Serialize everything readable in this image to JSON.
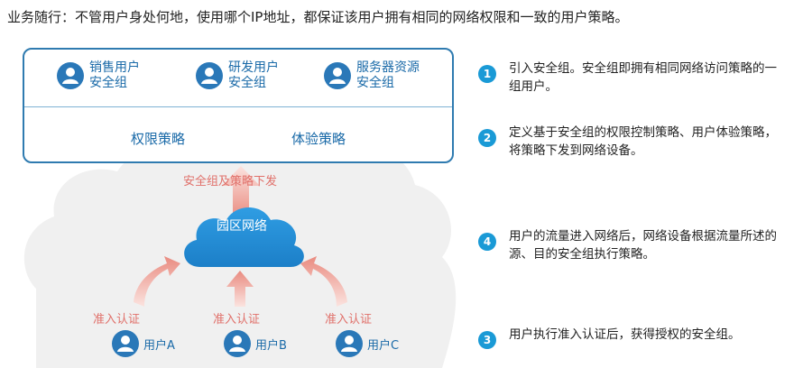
{
  "title": "业务随行：不管用户身处何地，使用哪个IP地址，都保证该用户拥有相同的网络权限和一致的用户策略。",
  "groups": [
    {
      "line1": "销售用户",
      "line2": "安全组"
    },
    {
      "line1": "研发用户",
      "line2": "安全组"
    },
    {
      "line1": "服务器资源",
      "line2": "安全组"
    }
  ],
  "policies": [
    "权限策略",
    "体验策略"
  ],
  "deploy_label": "安全组及策略下发",
  "network_label": "园区网络",
  "auth_label": "准入认证",
  "users": [
    "用户A",
    "用户B",
    "用户C"
  ],
  "steps": [
    {
      "num": "1",
      "text": "引入安全组。安全组即拥有相同网络访问策略的一组用户。"
    },
    {
      "num": "2",
      "text": "定义基于安全组的权限控制策略、用户体验策略，将策略下发到网络设备。"
    },
    {
      "num": "4",
      "text": "用户的流量进入网络后，网络设备根据流量所述的源、目的安全组执行策略。"
    },
    {
      "num": "3",
      "text": "用户执行准入认证后，获得授权的安全组。"
    }
  ],
  "colors": {
    "accent": "#2a78b8",
    "arrow": "#e0706a",
    "step": "#1a9ad6"
  }
}
